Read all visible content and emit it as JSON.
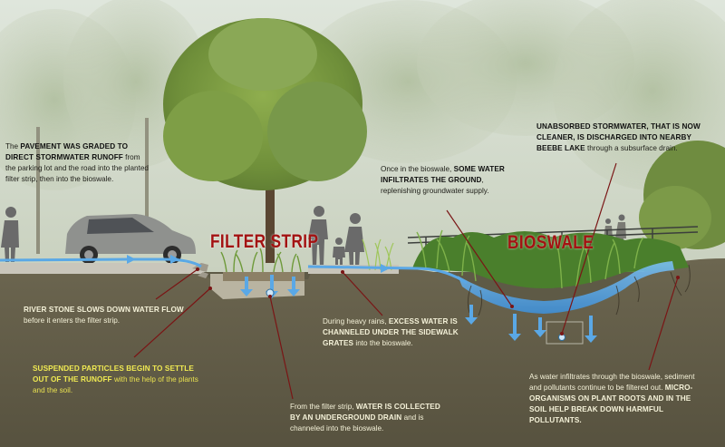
{
  "labels": {
    "filter_strip": "FILTER STRIP",
    "bioswale": "BIOSWALE"
  },
  "notes": {
    "pavement": {
      "t1": "The ",
      "b1": "Pavement was graded to direct stormwater runoff",
      "t2": " from the parking lot and the road into the planted filter strip, then into the bioswale."
    },
    "infiltrate": {
      "t1": "Once in the bioswale, ",
      "b1": "some water infiltrates the ground",
      "t2": ", replenishing groundwater supply."
    },
    "discharge": {
      "b1": "Unabsorbed stormwater, that is now cleaner, is discharged into nearby Beebe",
      "t1": " ",
      "b2": "Lake",
      "t2": " through a subsurface drain."
    },
    "river_stone": {
      "b1": "River stone slows down water flow",
      "t1": " before it enters the filter strip."
    },
    "particles": {
      "b1": "Suspended particles begin to settle out of the runoff",
      "t1": " with the help of the plants and the soil."
    },
    "heavy_rain": {
      "t1": "During heavy rains, ",
      "b1": "excess water is channeled under the sidewalk grates",
      "t2": " into the bioswale."
    },
    "drain": {
      "t1": "From the filter strip, ",
      "b1": "water is collected by an underground drain",
      "t2": " and is channeled into the bioswale."
    },
    "microbes": {
      "t1": "As water infiltrates through the bioswale, sediment and pollutants continue to be filtered out. ",
      "b1": "Micro-organisms on plant roots and in the soil help break down harmful pollutants."
    }
  },
  "colors": {
    "label_red": "#a31212",
    "soil": "#5e5a46",
    "water_blue": "#5aa8e6",
    "callout_yellow": "#f0ea52",
    "leader_line": "#7a1515"
  }
}
